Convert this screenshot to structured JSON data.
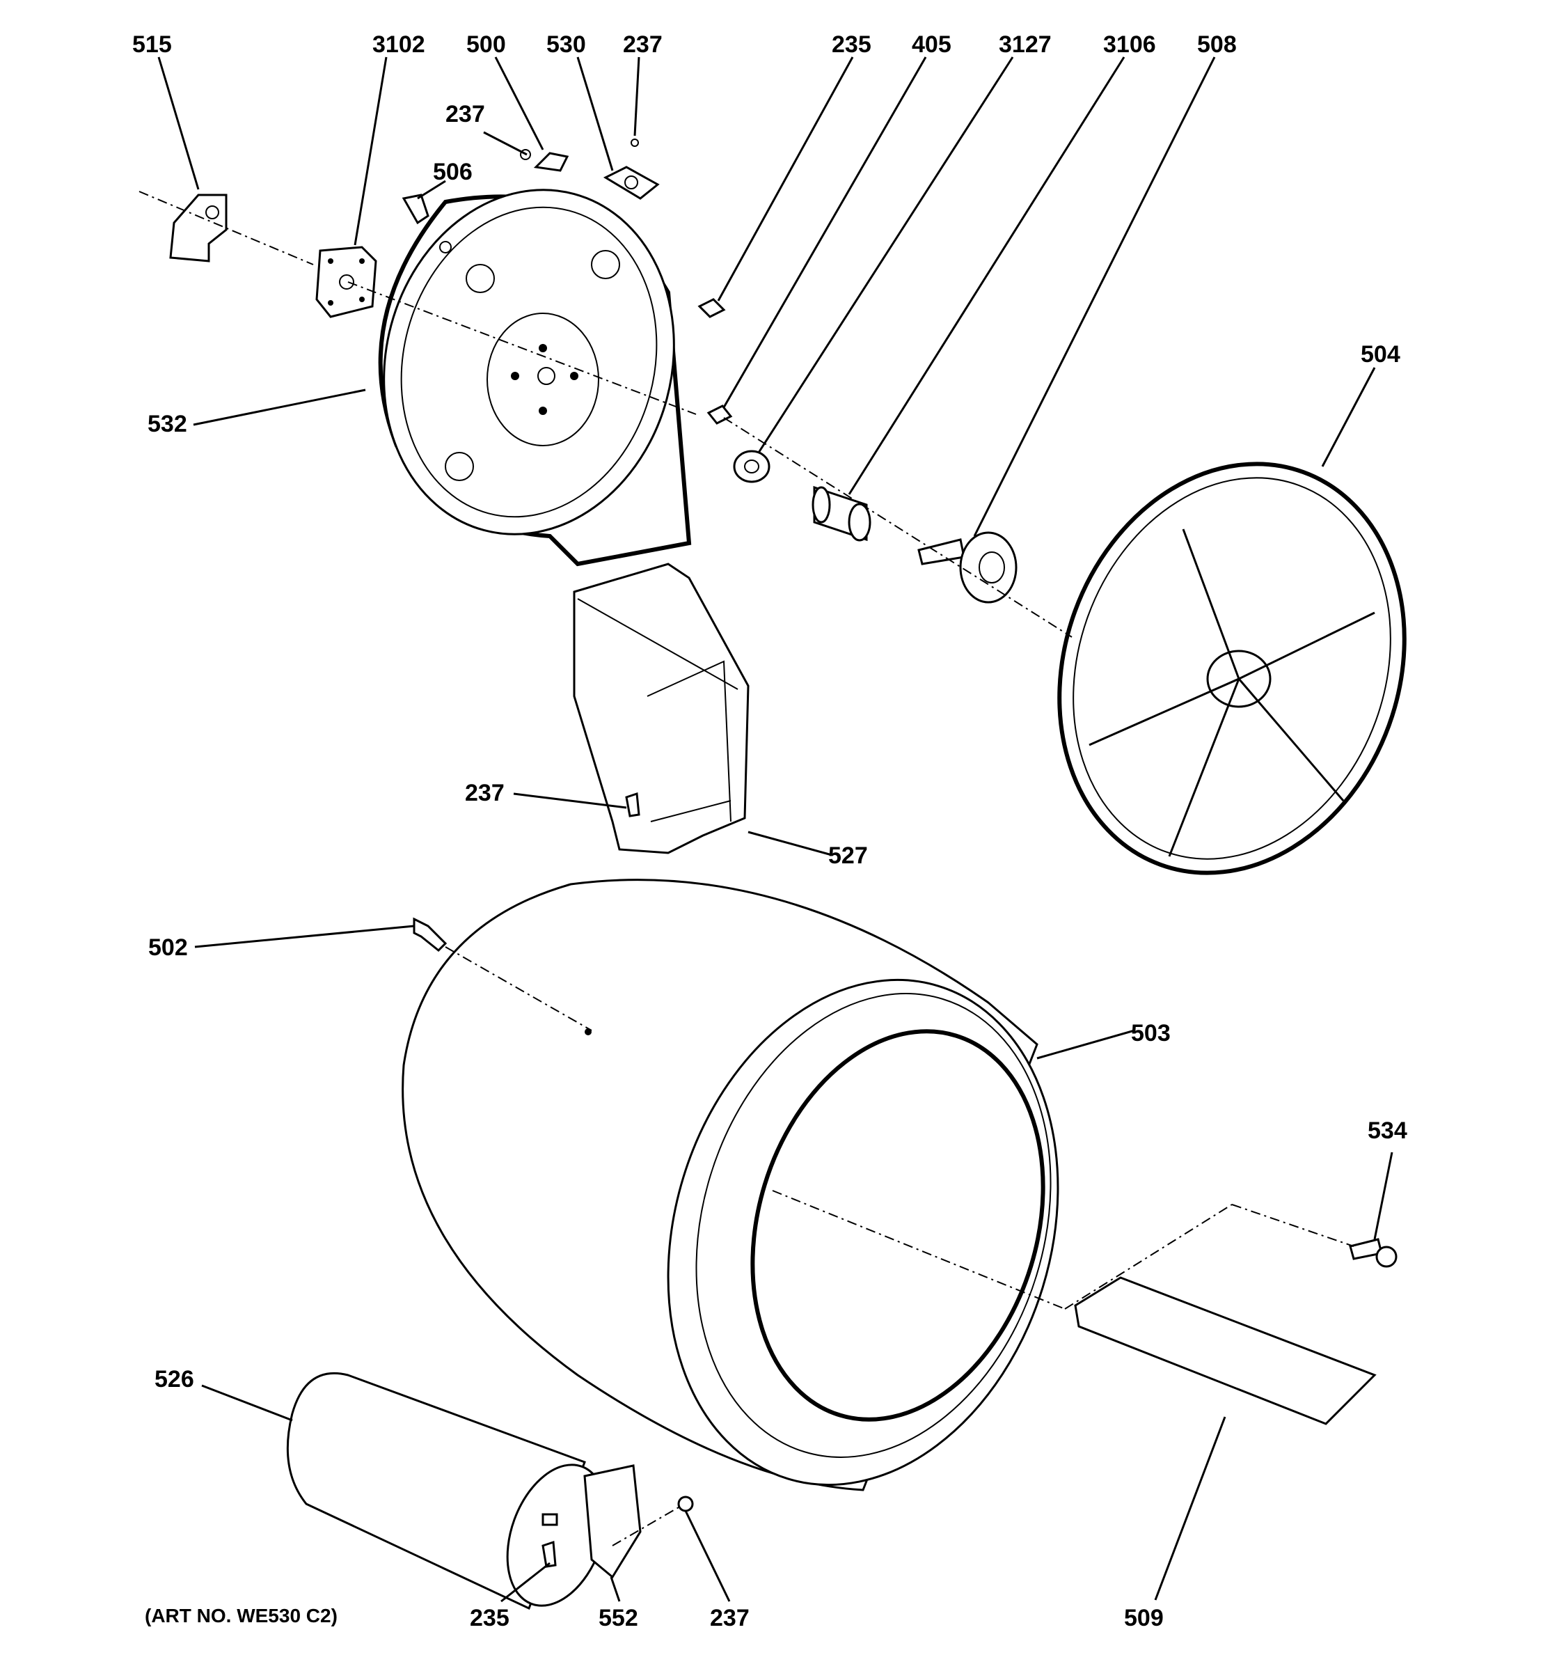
{
  "diagram": {
    "art_note": "(ART NO. WE530 C2)",
    "callouts": {
      "c515": "515",
      "c3102": "3102",
      "c500": "500",
      "c530": "530",
      "c237_top": "237",
      "c235_top": "235",
      "c405": "405",
      "c3127": "3127",
      "c3106": "3106",
      "c508": "508",
      "c237_left": "237",
      "c506": "506",
      "c532": "532",
      "c504": "504",
      "c237_duct": "237",
      "c527": "527",
      "c502": "502",
      "c503": "503",
      "c534": "534",
      "c526": "526",
      "c235_bottom": "235",
      "c552": "552",
      "c237_bottom": "237",
      "c509": "509"
    }
  }
}
